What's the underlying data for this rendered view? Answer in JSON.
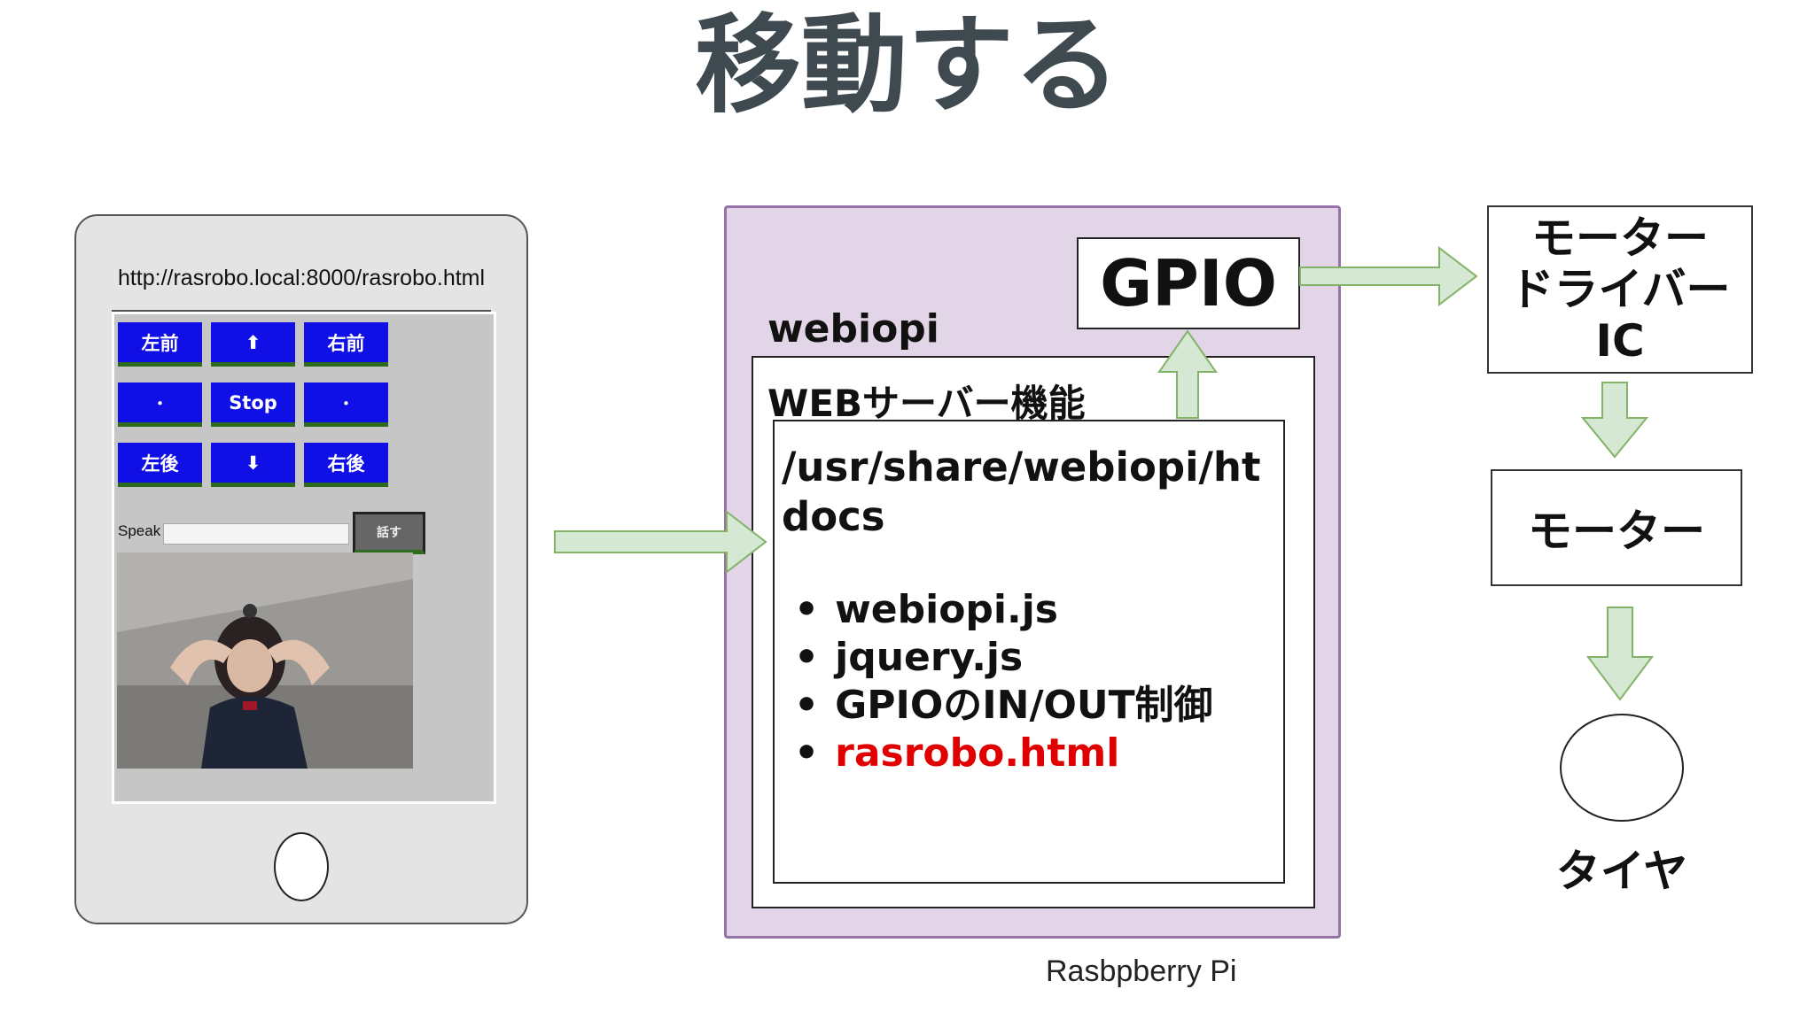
{
  "slide": {
    "title": "移動する"
  },
  "tablet": {
    "url": "http://rasrobo.local:8000/rasrobo.html",
    "buttons": [
      "左前",
      "⬆",
      "右前",
      "･",
      "Stop",
      "･",
      "左後",
      "⬇",
      "右後"
    ],
    "speak_label": "Speak",
    "talk_button": "話す"
  },
  "raspberry_pi": {
    "caption": "Rasbpberry Pi",
    "webiopi_label": "webiopi",
    "gpio_label": "GPIO",
    "webserver_label": "WEBサーバー機能",
    "docroot_path": "/usr/share/webiopi/htdocs",
    "files": [
      "webiopi.js",
      "jquery.js",
      "GPIOのIN/OUT制御",
      "rasrobo.html"
    ]
  },
  "hardware": {
    "driver_line1": "モーター",
    "driver_line2": "ドライバーIC",
    "motor_label": "モーター",
    "tire_label": "タイヤ"
  },
  "colors": {
    "arrow_fill": "#d5e8d4",
    "arrow_stroke": "#82b366",
    "rpi_fill": "#e1d5e7",
    "rpi_stroke": "#9673a6",
    "button_blue": "#1010e6",
    "highlight_red": "#e00000"
  }
}
